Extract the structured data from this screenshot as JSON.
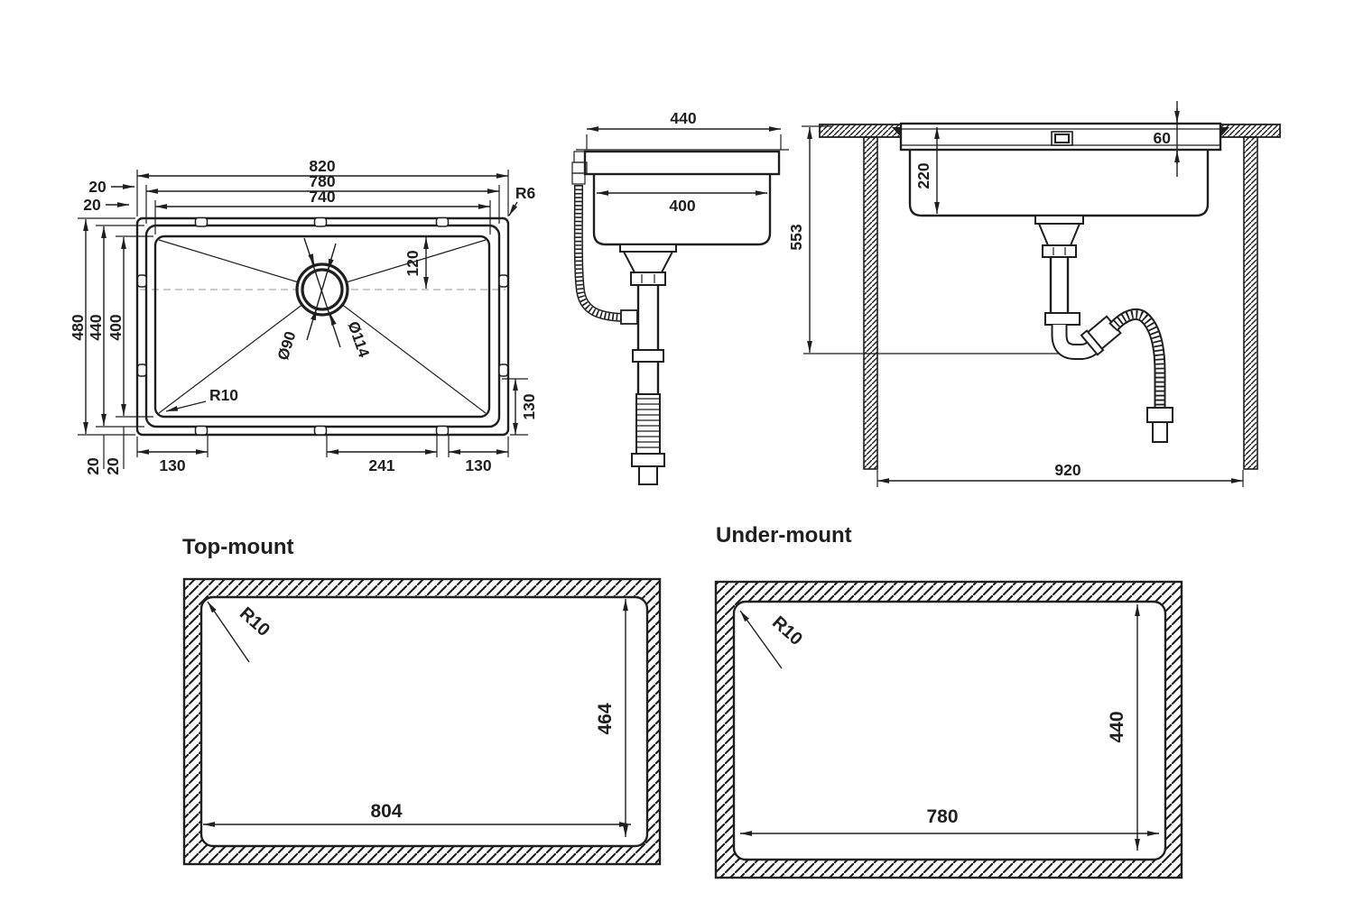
{
  "views": {
    "plan": {
      "dim_820": "820",
      "dim_780": "780",
      "dim_740": "740",
      "dim_20_top_a": "20",
      "dim_20_top_b": "20",
      "dim_480": "480",
      "dim_440": "440",
      "dim_400": "400",
      "dim_20_bottom_a": "20",
      "dim_20_bottom_b": "20",
      "dim_130_left": "130",
      "dim_241": "241",
      "dim_130_right": "130",
      "dim_120": "120",
      "dim_130_side": "130",
      "radius_outer": "R6",
      "radius_bowl": "R10",
      "drain_inner_diameter": "Ø90",
      "drain_outer_diameter": "Ø114"
    },
    "side": {
      "dim_440": "440",
      "dim_400": "400"
    },
    "cabinet": {
      "dim_553": "553",
      "dim_220": "220",
      "dim_60": "60",
      "dim_920": "920"
    },
    "top_mount": {
      "title": "Top-mount",
      "dim_width": "804",
      "dim_height": "464",
      "radius": "R10"
    },
    "under_mount": {
      "title": "Under-mount",
      "dim_width": "780",
      "dim_height": "440",
      "radius": "R10"
    }
  },
  "colors": {
    "line": "#1f1f1f",
    "background": "#ffffff",
    "centerline": "#b8b8b8"
  }
}
